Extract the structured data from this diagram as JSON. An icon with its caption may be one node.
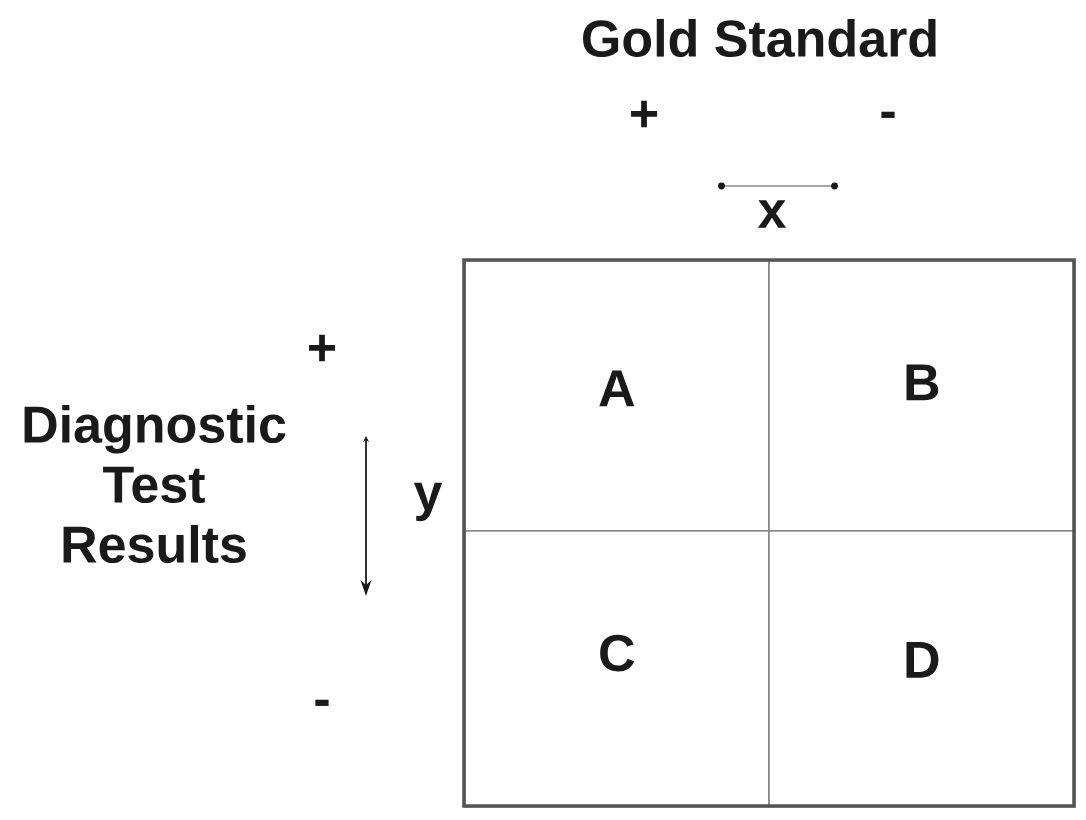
{
  "diagram": {
    "nodes": [
      {
        "text": [
          "A"
        ]
      },
      {
        "text": [
          "B"
        ]
      },
      {
        "text": [
          "C"
        ]
      },
      {
        "text": [
          "D"
        ]
      }
    ],
    "labels": [
      "Gold Standard",
      "+",
      "-",
      "x",
      "+",
      "Diagnostic Test Results",
      "y",
      "-"
    ]
  }
}
